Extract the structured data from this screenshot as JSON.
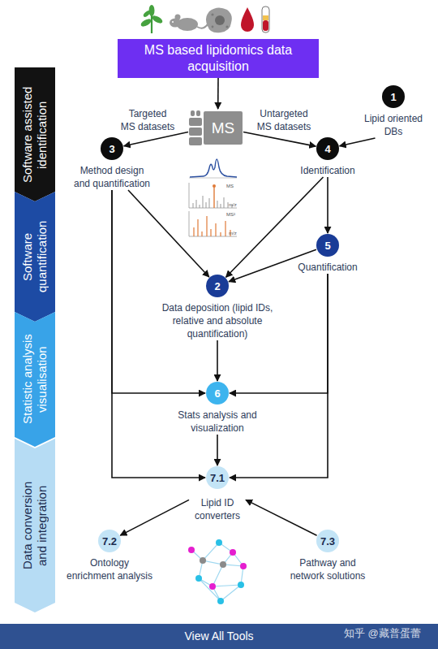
{
  "diagram": {
    "nodes": [
      {
        "text": [
          "MS based lipidomics data acquisition"
        ]
      },
      {
        "text": [
          "Software assisted identification"
        ]
      },
      {
        "text": [
          "MS"
        ]
      },
      {
        "text": [
          "1",
          "Lipid oriented DBs"
        ]
      },
      {
        "text": [
          "3",
          "Method design and quantification"
        ]
      },
      {
        "text": [
          "4",
          "Identification"
        ]
      },
      {
        "text": [
          "Software quantification"
        ]
      },
      {
        "text": [
          "5",
          "Quantification"
        ]
      },
      {
        "text": [
          "2",
          "Data deposition (lipid IDs, relative and absolute quantification)"
        ]
      },
      {
        "text": [
          "Statistic analysis visualisation"
        ]
      },
      {
        "text": [
          "6",
          "Stats analysis and visualization"
        ]
      },
      {
        "text": [
          "Data conversion and integration"
        ]
      },
      {
        "text": [
          "7.1",
          "Lipid ID converters"
        ]
      },
      {
        "text": [
          "7.2",
          "Ontology enrichment analysis"
        ]
      },
      {
        "text": [
          "7.3",
          "Pathway and network solutions"
        ]
      },
      {
        "text": [
          "View All Tools"
        ]
      }
    ],
    "edges": [
      {
        "from": 0,
        "to": 2,
        "arrow": "to"
      },
      {
        "from": 2,
        "to": 4,
        "label": "Targeted MS datasets",
        "arrow": "to"
      },
      {
        "from": 2,
        "to": 5,
        "label": "Untargeted MS datasets",
        "arrow": "to"
      },
      {
        "from": 3,
        "to": 5,
        "arrow": "to"
      },
      {
        "from": 4,
        "to": 8,
        "arrow": "to"
      },
      {
        "from": 5,
        "to": 8,
        "arrow": "to"
      },
      {
        "from": 5,
        "to": 7,
        "arrow": "to"
      },
      {
        "from": 7,
        "to": 8,
        "arrow": "to"
      },
      {
        "from": 4,
        "to": 10,
        "arrow": "to"
      },
      {
        "from": 4,
        "to": 12,
        "arrow": "to"
      },
      {
        "from": 8,
        "to": 10,
        "arrow": "to"
      },
      {
        "from": 7,
        "to": 10,
        "arrow": "to"
      },
      {
        "from": 7,
        "to": 12,
        "arrow": "to"
      },
      {
        "from": 10,
        "to": 12,
        "arrow": "to"
      },
      {
        "from": 12,
        "to": 13,
        "arrow": "to"
      },
      {
        "from": 14,
        "to": 12,
        "arrow": "to"
      }
    ],
    "labels": [
      "MS",
      "m/z",
      "MS²",
      "m/z",
      "知乎 @藏普蛋蕾"
    ]
  }
}
